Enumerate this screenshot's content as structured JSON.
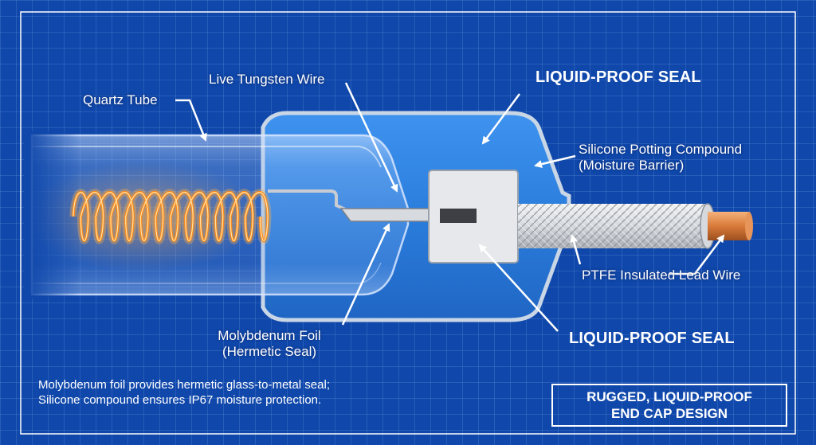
{
  "labels": {
    "quartz_tube": "Quartz Tube",
    "live_tungsten_wire": "Live Tungsten Wire",
    "liquid_proof_seal_top": "LIQUID-PROOF SEAL",
    "silicone_line1": "Silicone Potting Compound",
    "silicone_line2": "(Moisture Barrier)",
    "ptfe_lead": "PTFE Insulated Lead Wire",
    "moly_line1": "Molybdenum Foil",
    "moly_line2": "(Hermetic Seal)",
    "liquid_proof_seal_bottom": "LIQUID-PROOF SEAL"
  },
  "footnote": {
    "line1": "Molybdenum foil provides hermetic glass-to-metal seal;",
    "line2": "Silicone compound ensures IP67 moisture protection."
  },
  "title_box": {
    "line1": "RUGGED, LIQUID-PROOF",
    "line2": "END CAP DESIGN"
  },
  "colors": {
    "background": "#0f47aa",
    "potting": "#2a7fe0",
    "filament": "#ff8c1a",
    "copper": "#d97a3a",
    "label": "#ffffff"
  }
}
